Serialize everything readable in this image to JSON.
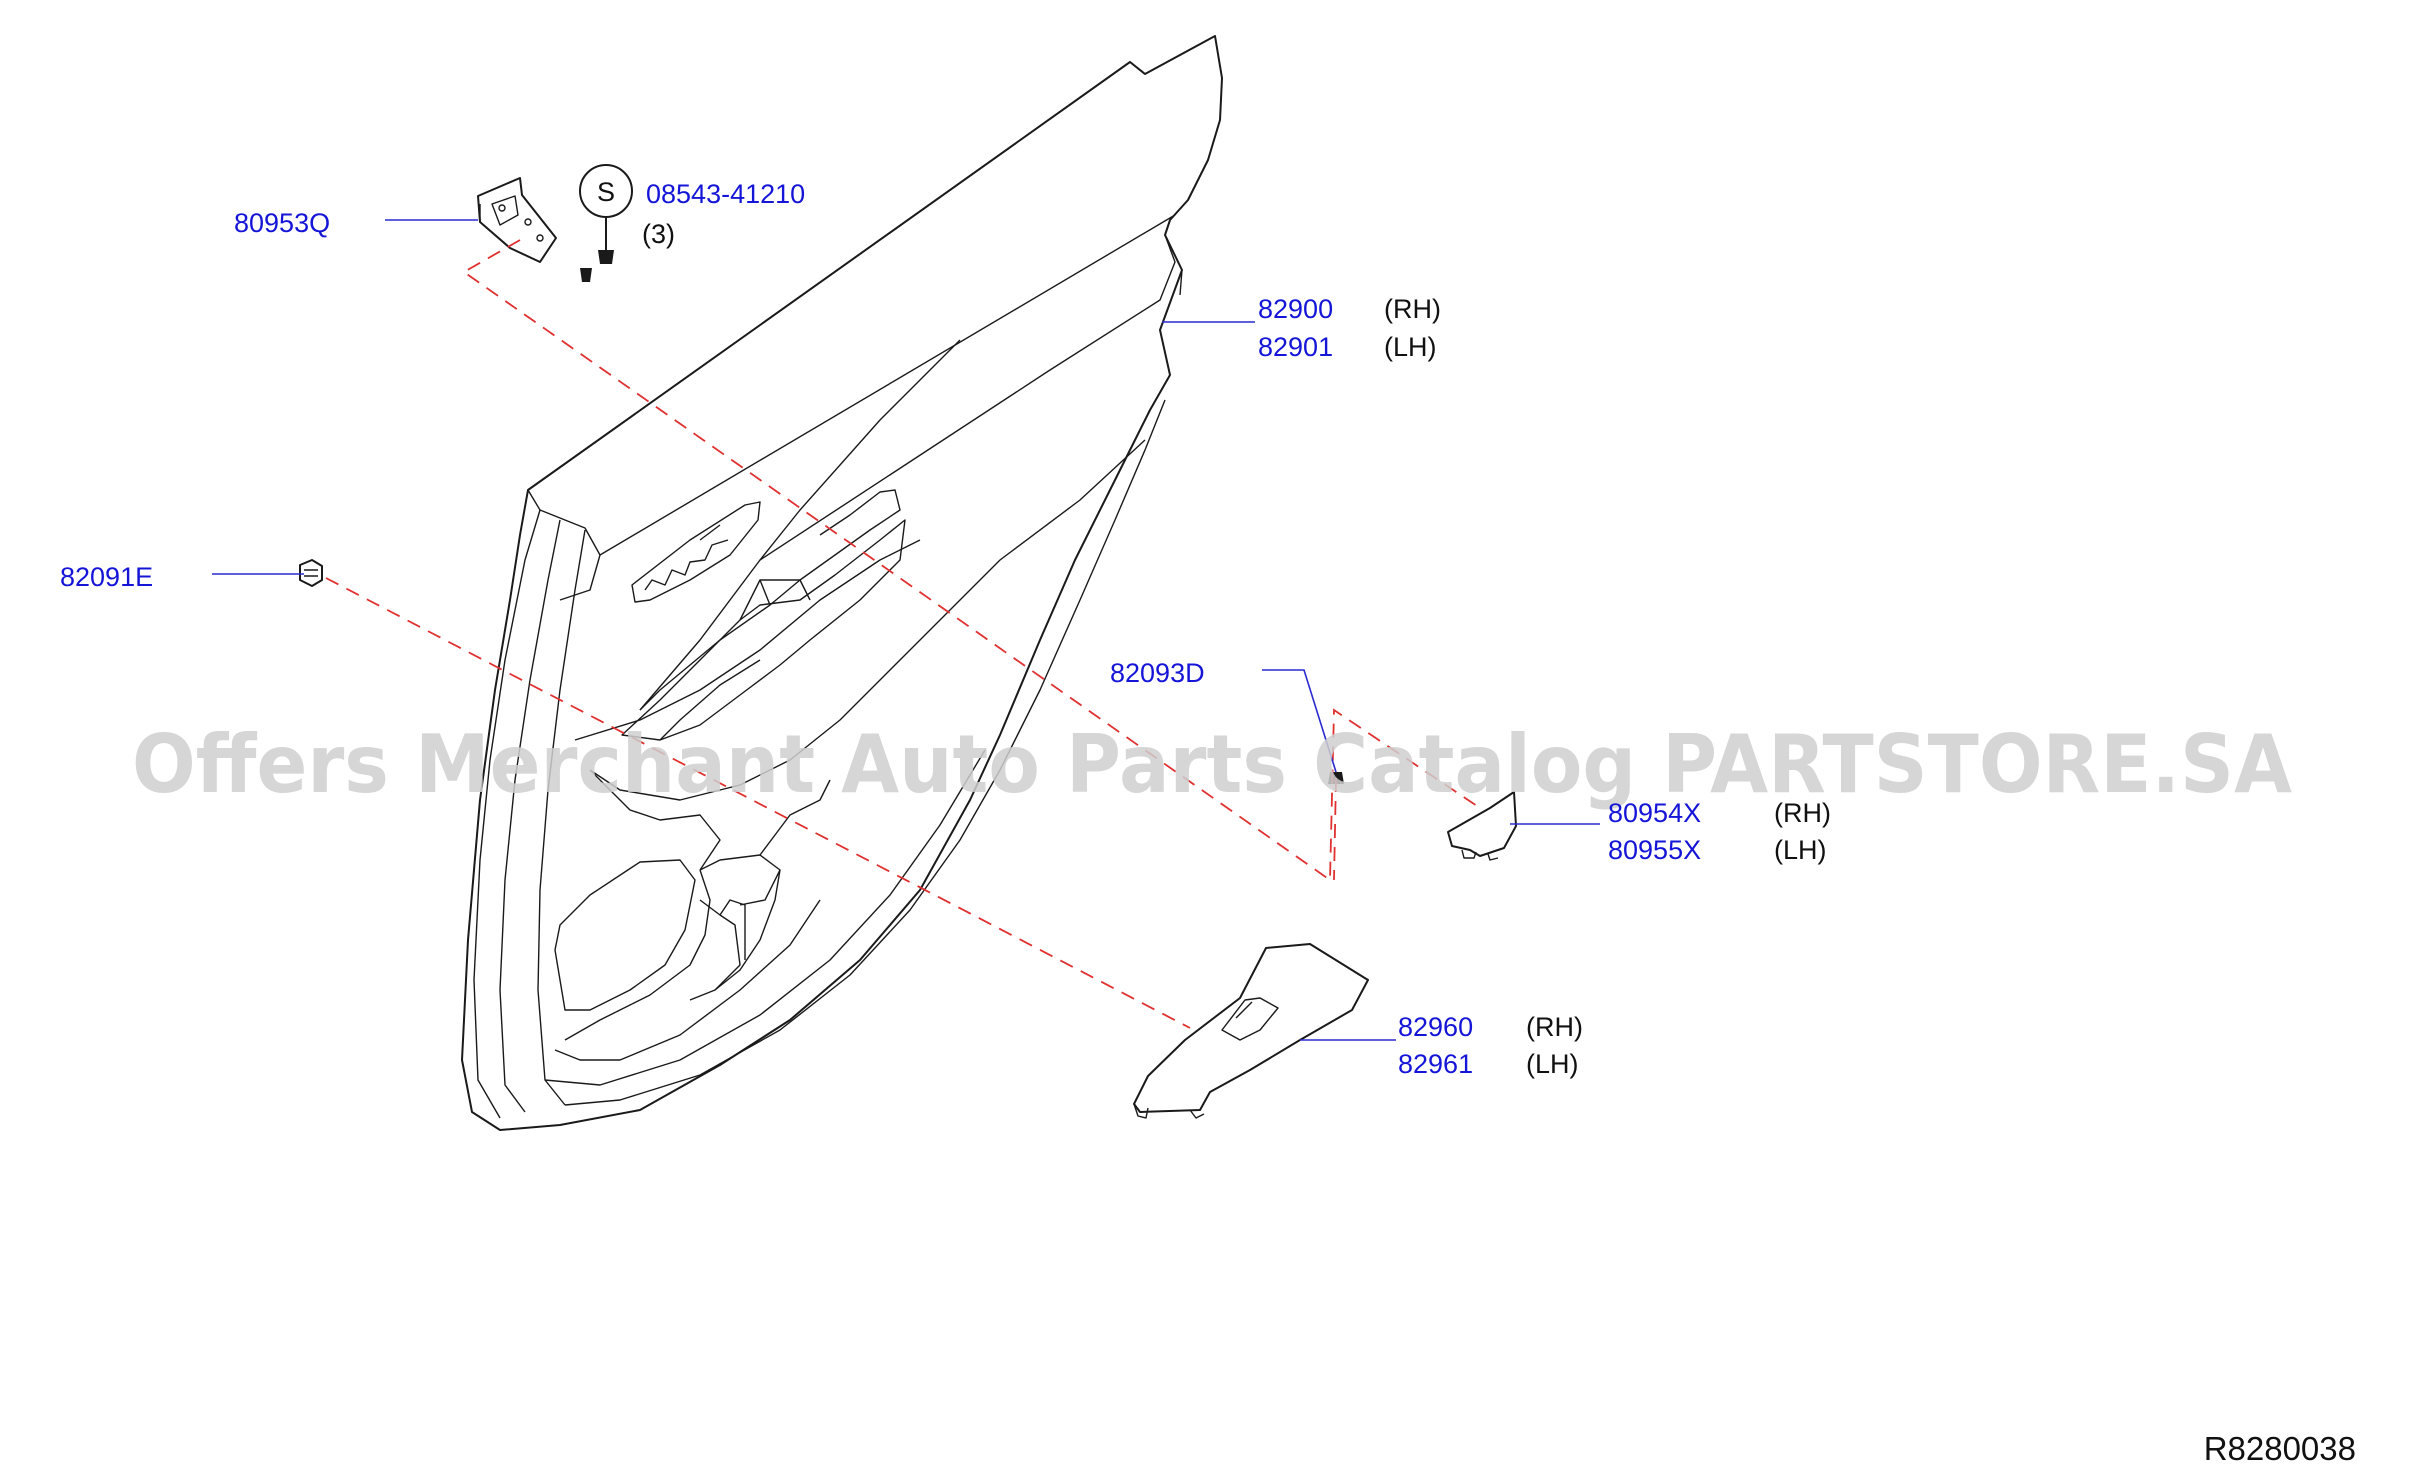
{
  "labels": {
    "bracket": {
      "part_no": "80953Q"
    },
    "screw": {
      "part_no": "08543-41210",
      "qty": "(3)",
      "symbol": "S"
    },
    "trim_rh": {
      "part_no": "82900",
      "side": "(RH)"
    },
    "trim_lh": {
      "part_no": "82901",
      "side": "(LH)"
    },
    "clip": {
      "part_no": "82091E"
    },
    "clip2": {
      "part_no": "82093D"
    },
    "cover_rh": {
      "part_no": "80954X",
      "side": "(RH)"
    },
    "cover_lh": {
      "part_no": "80955X",
      "side": "(LH)"
    },
    "switch_rh": {
      "part_no": "82960",
      "side": "(RH)"
    },
    "switch_lh": {
      "part_no": "82961",
      "side": "(LH)"
    }
  },
  "watermark": "Offers Merchant Auto Parts Catalog PARTSTORE.SA",
  "diagram_ref": "R8280038",
  "colors": {
    "part_number": "#1515d8",
    "leader": "#2a2ad0",
    "dashed_guide": "#e03030",
    "outline": "#1a1a1a"
  }
}
